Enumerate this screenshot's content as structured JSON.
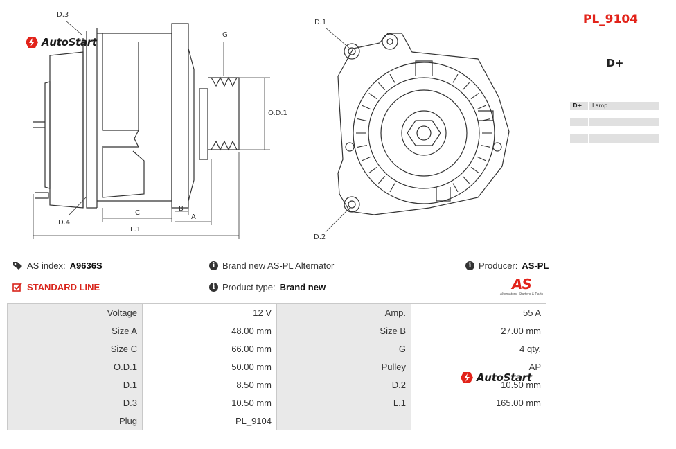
{
  "logo": {
    "text": "AutoStart"
  },
  "drawing": {
    "labels": {
      "d3": "D.3",
      "g": "G",
      "od1": "O.D.1",
      "d4": "D.4",
      "c": "C",
      "b": "B",
      "a": "A",
      "l1": "L.1",
      "d1": "D.1",
      "d2": "D.2"
    }
  },
  "header": {
    "part_code": "PL_9104",
    "terminal": "D+"
  },
  "terminals": [
    {
      "code": "D+",
      "name": "Lamp"
    },
    {
      "code": "",
      "name": ""
    },
    {
      "code": "",
      "name": ""
    }
  ],
  "info": {
    "as_index_label": "AS index:",
    "as_index_value": "A9636S",
    "brand_new_text": "Brand new AS-PL Alternator",
    "producer_label": "Producer:",
    "producer_value": "AS-PL",
    "standard_line": "STANDARD LINE",
    "product_type_label": "Product type:",
    "product_type_value": "Brand new",
    "as_logo_text": "AS",
    "as_logo_caption": "Alternators, Starters & Parts"
  },
  "specs": [
    [
      "Voltage",
      "12 V",
      "Amp.",
      "55 A"
    ],
    [
      "Size A",
      "48.00 mm",
      "Size B",
      "27.00 mm"
    ],
    [
      "Size C",
      "66.00 mm",
      "G",
      "4 qty."
    ],
    [
      "O.D.1",
      "50.00 mm",
      "Pulley",
      "AP"
    ],
    [
      "D.1",
      "8.50 mm",
      "D.2",
      "10.50 mm"
    ],
    [
      "D.3",
      "10.50 mm",
      "L.1",
      "165.00 mm"
    ],
    [
      "Plug",
      "PL_9104",
      "",
      ""
    ]
  ],
  "colors": {
    "accent": "#e2231a",
    "table_label_bg": "#e9e9e9",
    "border": "#c9c9c9"
  }
}
